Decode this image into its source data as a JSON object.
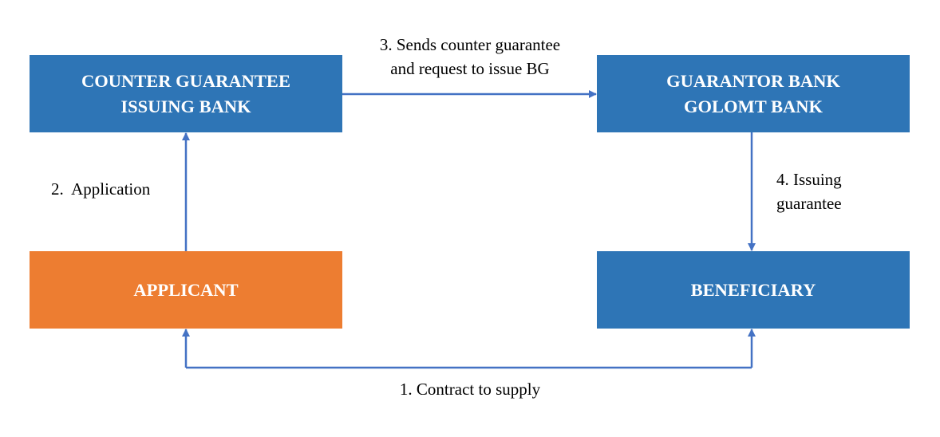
{
  "colors": {
    "box_blue": "#2e75b6",
    "box_orange": "#ed7d31",
    "arrow": "#4472c4",
    "box_text": "#ffffff",
    "label_text": "#000000"
  },
  "boxes": {
    "counter_bank": {
      "line1": "COUNTER GUARANTEE",
      "line2": "ISSUING BANK"
    },
    "guarantor_bank": {
      "line1": "GUARANTOR BANK",
      "line2": "GOLOMT BANK"
    },
    "applicant": {
      "label": "APPLICANT"
    },
    "beneficiary": {
      "label": "BENEFICIARY"
    }
  },
  "edges": {
    "contract": {
      "label": "1. Contract to supply"
    },
    "application": {
      "label": "2.  Application"
    },
    "counter_guarantee": {
      "line1": "3. Sends counter guarantee",
      "line2": "and request to issue BG"
    },
    "issuing": {
      "line1": "4. Issuing",
      "line2": "guarantee"
    }
  }
}
